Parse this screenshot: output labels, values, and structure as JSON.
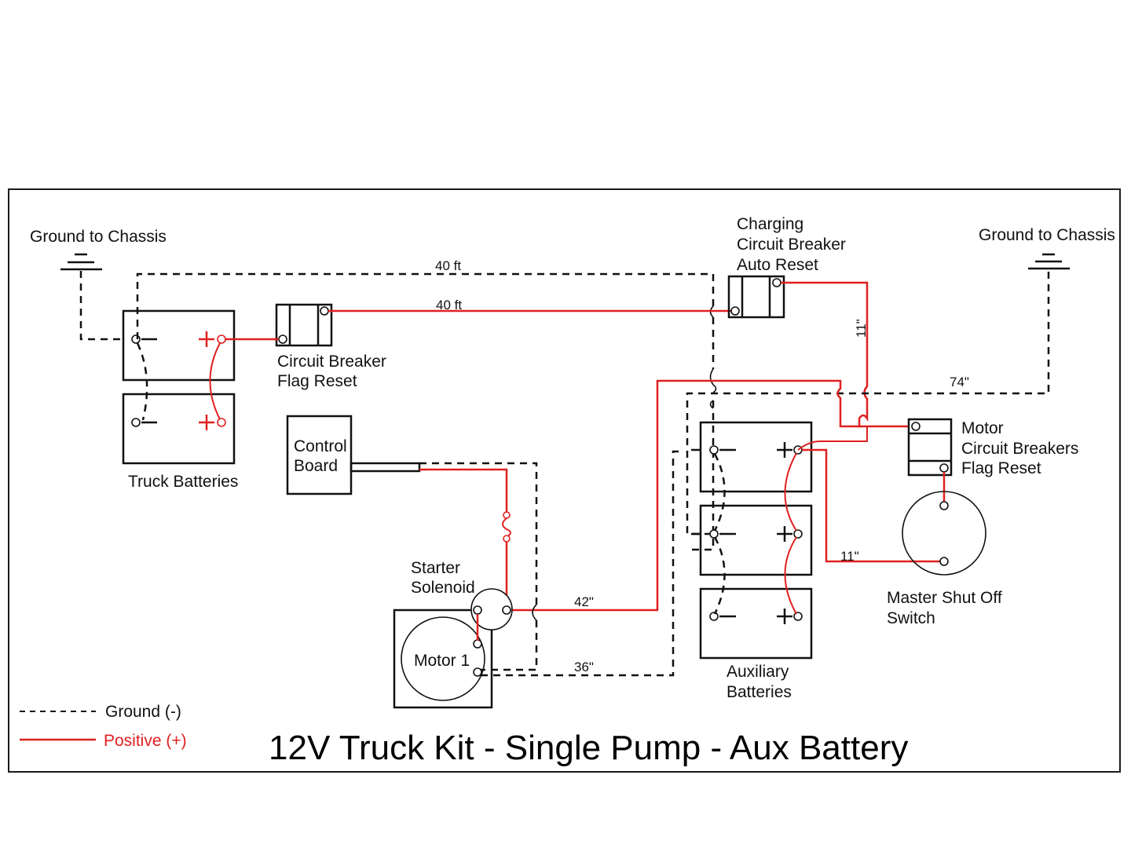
{
  "title": "12V Truck Kit - Single Pump - Aux Battery",
  "colors": {
    "ground": "#111111",
    "positive": "#e02020",
    "background": "#ffffff"
  },
  "legend": [
    {
      "style": "dashed",
      "label": "Ground (-)",
      "color": "#111111"
    },
    {
      "style": "solid",
      "label": "Positive (+)",
      "color": "#e02020"
    }
  ],
  "components": {
    "ground_left": {
      "label": "Ground to Chassis",
      "icon": "ground-symbol-icon"
    },
    "ground_right": {
      "label": "Ground to Chassis",
      "icon": "ground-symbol-icon"
    },
    "truck_batteries": {
      "label": "Truck Batteries",
      "count": 2
    },
    "circuit_breaker_flag": {
      "label_lines": [
        "Circuit Breaker",
        "Flag Reset"
      ]
    },
    "charging_breaker": {
      "label_lines": [
        "Charging",
        "Circuit Breaker",
        "Auto Reset"
      ]
    },
    "control_board": {
      "label_lines": [
        "Control",
        "Board"
      ]
    },
    "starter_solenoid": {
      "label_lines": [
        "Starter",
        "Solenoid"
      ]
    },
    "motor": {
      "label": "Motor 1"
    },
    "aux_batteries": {
      "label_lines": [
        "Auxiliary",
        "Batteries"
      ],
      "count": 3
    },
    "motor_breakers": {
      "label_lines": [
        "Motor",
        "Circuit Breakers",
        "Flag Reset"
      ]
    },
    "master_switch": {
      "label_lines": [
        "Master Shut Off",
        "Switch"
      ]
    }
  },
  "wire_lengths": {
    "ground_run": "40 ft",
    "positive_run": "40 ft",
    "charging_to_motor_breaker": "11\"",
    "ground_right": "74\"",
    "solenoid_positive": "42\"",
    "motor_ground": "36\"",
    "aux_to_switch": "11\""
  },
  "terminal_symbols": {
    "plus": "+",
    "minus": "−"
  }
}
